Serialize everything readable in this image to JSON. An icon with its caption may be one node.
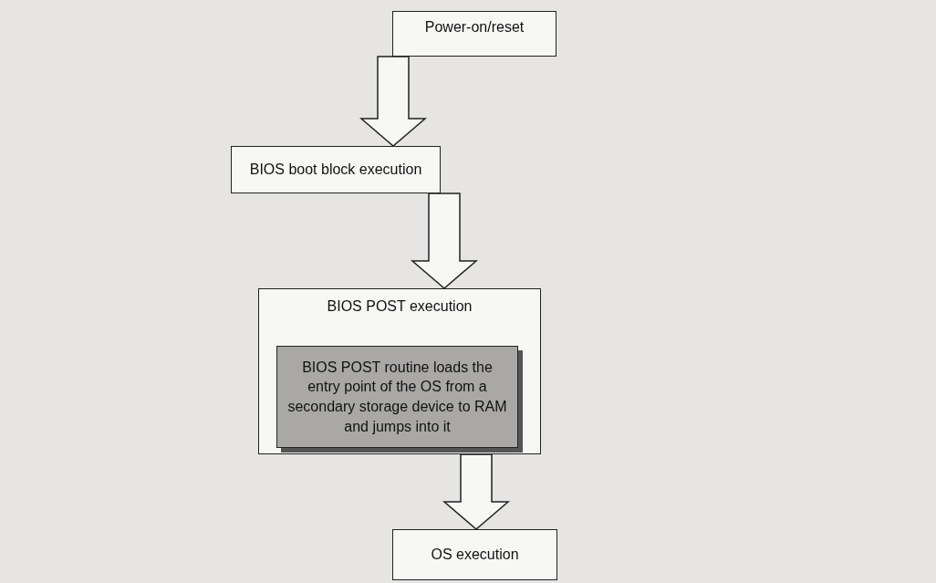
{
  "diagram": {
    "nodes": [
      {
        "text": [
          "Power-on/reset"
        ]
      },
      {
        "text": [
          "BIOS boot block execution"
        ]
      },
      {
        "text": [
          "BIOS POST execution"
        ]
      },
      {
        "text": [
          "BIOS POST routine loads the entry point of the OS from a secondary storage device to RAM and jumps into it"
        ],
        "in": 2
      },
      {
        "text": [
          "OS execution"
        ]
      }
    ],
    "edges": [
      {
        "from": 0,
        "to": 1,
        "arrow": "to"
      },
      {
        "from": 1,
        "to": 2,
        "arrow": "to"
      },
      {
        "from": 2,
        "to": 4,
        "arrow": "to"
      }
    ]
  }
}
